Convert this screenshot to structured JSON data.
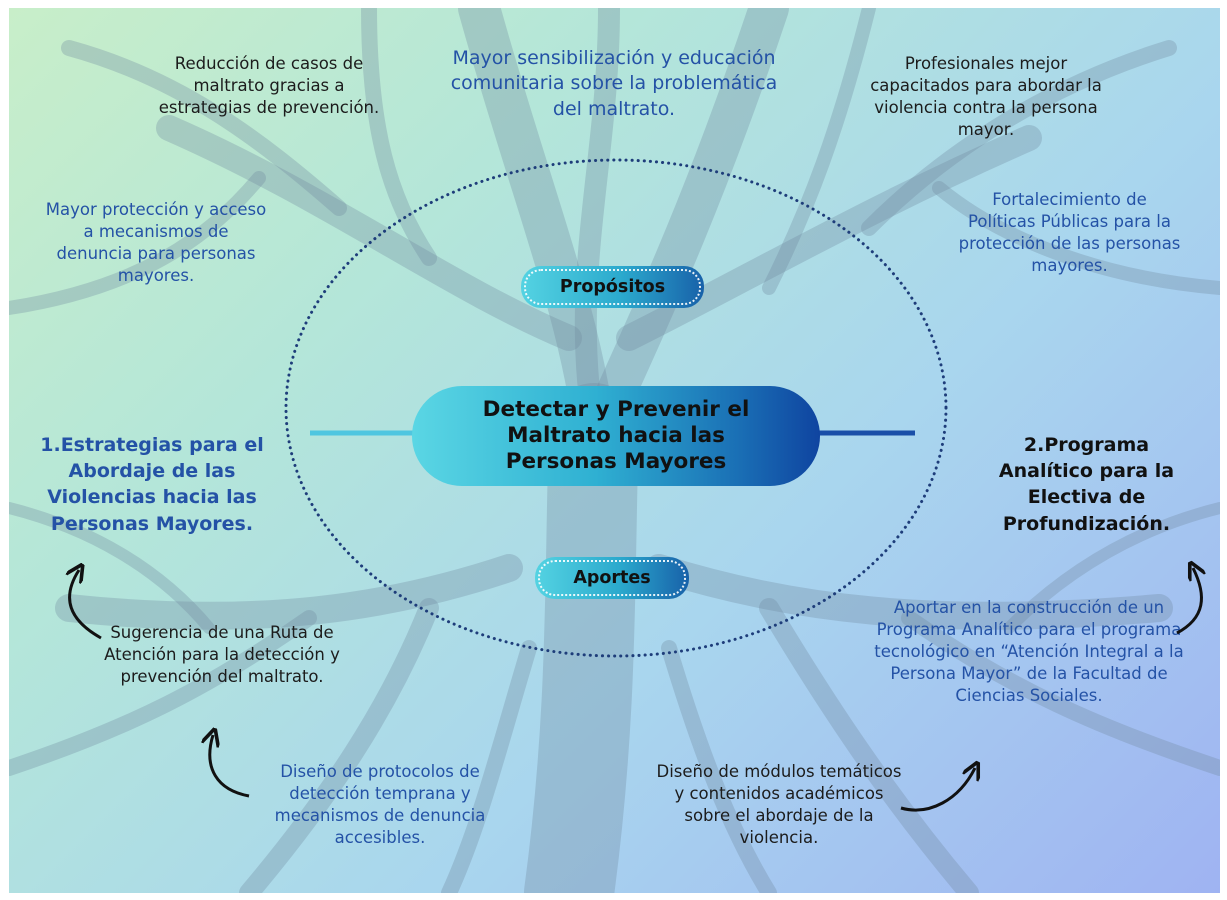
{
  "center": {
    "title": "Detectar y Prevenir el Maltrato hacia las Personas Mayores"
  },
  "pills": {
    "propositos": "Propósitos",
    "aportes": "Aportes"
  },
  "propositos": {
    "reduccion": "Reducción de casos de maltrato gracias a estrategias de prevención.",
    "sensibilizacion": "Mayor sensibilización y educación comunitaria sobre la problemática del maltrato.",
    "profesionales": "Profesionales mejor capacitados para abordar la violencia contra la persona mayor.",
    "proteccion": "Mayor protección y acceso a mecanismos de denuncia para personas mayores.",
    "politicas": "Fortalecimiento de Políticas Públicas para la protección de las personas mayores."
  },
  "estrategias": {
    "heading": "1.Estrategias para el Abordaje de las Violencias hacia las Personas Mayores.",
    "ruta": "Sugerencia de una Ruta de Atención para la detección y prevención del maltrato.",
    "protocolos": "Diseño de protocolos de detección temprana y mecanismos de denuncia accesibles."
  },
  "programa": {
    "heading": "2.Programa Analítico para la Electiva de Profundización.",
    "aportar": "Aportar en la construcción de un Programa Analítico para el programa tecnológico en “Atención Integral a la Persona Mayor” de la Facultad de Ciencias Sociales.",
    "modulos": "Diseño de módulos temáticos y contenidos académicos sobre el abordaje de la violencia."
  },
  "colors": {
    "blue_text": "#2452a6",
    "dark_text": "#1c1c1c",
    "line_left": "#4fc6e0",
    "line_right": "#1a4fa8",
    "tree": "#6f8aa0"
  },
  "icons": [
    "curved-arrow-icon"
  ]
}
